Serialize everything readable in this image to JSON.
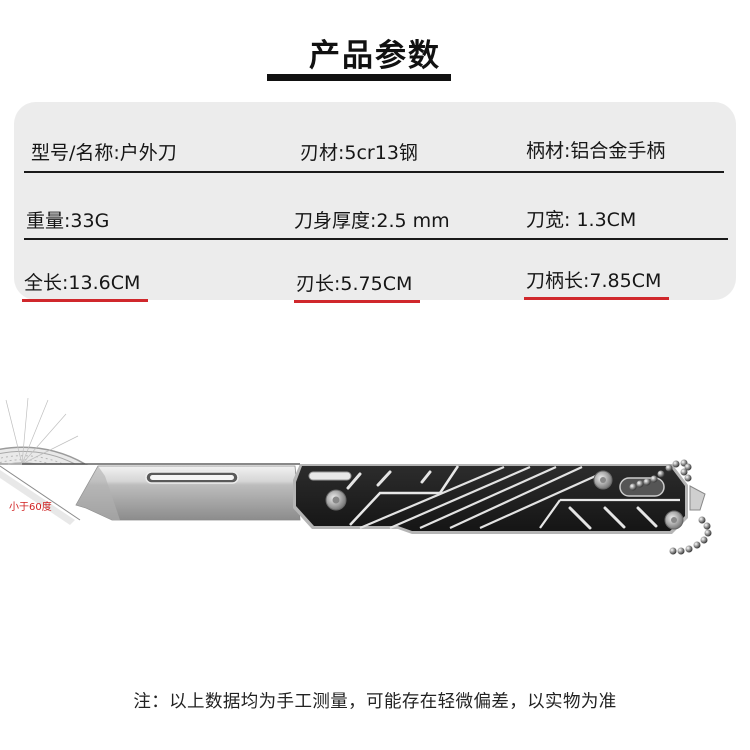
{
  "header": {
    "title": "产品参数"
  },
  "specs": {
    "rows": [
      {
        "cells": [
          {
            "label": "型号/名称",
            "value": "户外刀",
            "text": "型号/名称:户外刀"
          },
          {
            "label": "刃材",
            "value": "5cr13钢",
            "text": "刃材:5cr13钢"
          },
          {
            "label": "柄材",
            "value": "铝合金手柄",
            "text": "柄材:铝合金手柄"
          }
        ]
      },
      {
        "cells": [
          {
            "label": "重量",
            "value": "33G",
            "text": "重量:33G"
          },
          {
            "label": "刀身厚度",
            "value": "2.5 mm",
            "text": "刀身厚度:2.5 mm"
          },
          {
            "label": "刀宽",
            "value": "1.3CM",
            "text": "刀宽: 1.3CM"
          }
        ]
      },
      {
        "cells": [
          {
            "label": "全长",
            "value": "13.6CM",
            "text": "全长:13.6CM"
          },
          {
            "label": "刃长",
            "value": "5.75CM",
            "text": "刃长:5.75CM"
          },
          {
            "label": "刀柄长",
            "value": "7.85CM",
            "text": "刀柄长:7.85CM"
          }
        ]
      }
    ],
    "highlight_color": "#d0282c",
    "card_color": "#ececec"
  },
  "product_image": {
    "subject": "folding utility knife with aluminum alloy handle, bead chain, and protractor measuring blade angle",
    "angle_annotation": "小于60度"
  },
  "footer": {
    "note": "注：以上数据均为手工测量，可能存在轻微偏差，以实物为准"
  }
}
